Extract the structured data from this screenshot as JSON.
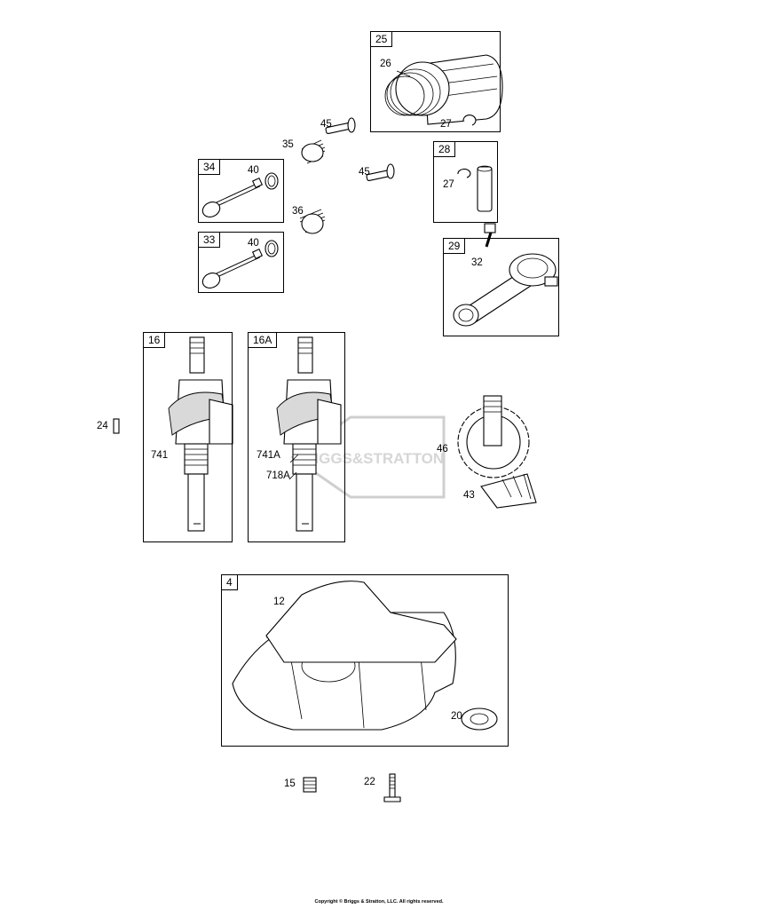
{
  "boxes": {
    "b25": "25",
    "b28": "28",
    "b34": "34",
    "b33": "33",
    "b29": "29",
    "b16": "16",
    "b16a": "16A",
    "b4": "4"
  },
  "labels": {
    "l26": "26",
    "l27a": "27",
    "l45a": "45",
    "l35": "35",
    "l40a": "40",
    "l45b": "45",
    "l27b": "27",
    "l36": "36",
    "l40b": "40",
    "l32": "32",
    "l24": "24",
    "l741": "741",
    "l741a": "741A",
    "l718a": "718A",
    "l46": "46",
    "l43": "43",
    "l12": "12",
    "l20": "20",
    "l15": "15",
    "l22": "22"
  },
  "watermark": "BRIGGS&STRATTON",
  "copyright": "Copyright © Briggs & Stratton, LLC. All rights reserved."
}
